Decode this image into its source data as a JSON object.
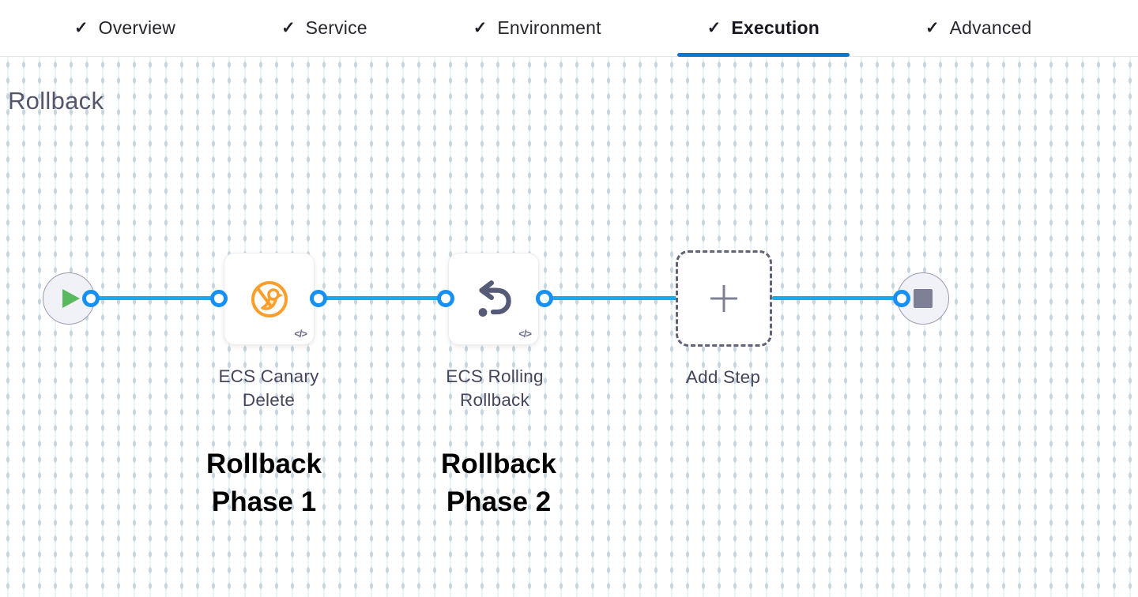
{
  "tab_bar": {
    "check_icon": "✓",
    "active_underline_color": "#0b79d1",
    "tabs": [
      {
        "label": "Overview",
        "status": "completed",
        "active": false
      },
      {
        "label": "Service",
        "status": "completed",
        "active": false
      },
      {
        "label": "Environment",
        "status": "completed",
        "active": false
      },
      {
        "label": "Execution",
        "status": "completed",
        "active": true
      },
      {
        "label": "Advanced",
        "status": "completed",
        "active": false
      }
    ]
  },
  "section": {
    "heading": "Rollback"
  },
  "flow": {
    "connector_color": "#18aaee",
    "port_color": "#1790f2",
    "start_node": {
      "icon": "play-icon",
      "color": "#58b95f"
    },
    "steps": [
      {
        "name": "ECS Canary Delete",
        "icon": "canary-delete-icon",
        "icon_color": "#fb9e2b",
        "badge": "</>"
      },
      {
        "name": "ECS Rolling Rollback",
        "icon": "rolling-rollback-icon",
        "icon_color": "#555b77",
        "badge": "</>"
      }
    ],
    "add_step": {
      "label": "Add Step",
      "icon": "plus-icon"
    },
    "end_node": {
      "icon": "stop-icon",
      "color": "#7e8095"
    }
  },
  "annotations": [
    {
      "text": "Rollback Phase 1"
    },
    {
      "text": "Rollback Phase 2"
    }
  ]
}
